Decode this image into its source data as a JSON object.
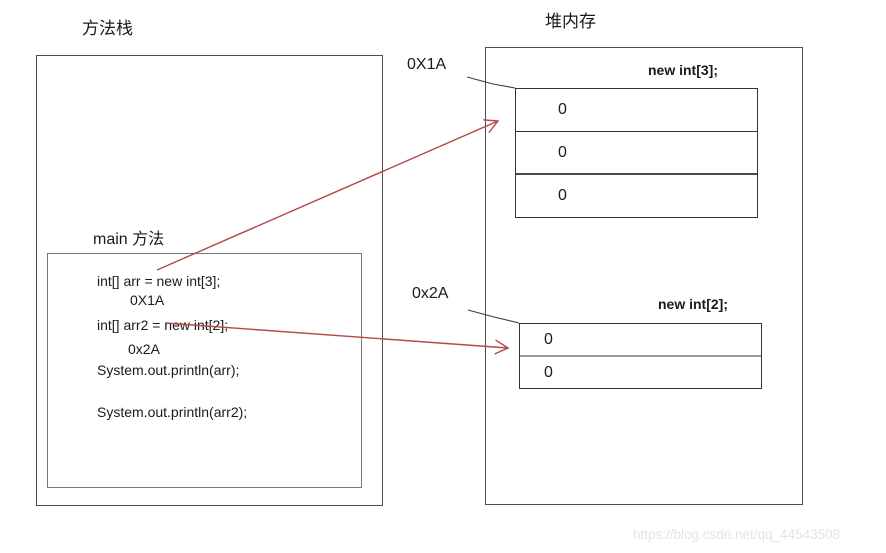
{
  "stack": {
    "title": "方法栈",
    "frame": {
      "title": "main 方法",
      "code_lines": [
        {
          "text": "int[] arr = new int[3];"
        },
        {
          "text": "0X1A"
        },
        {
          "text": "int[] arr2 = new int[2];"
        },
        {
          "text": "0x2A"
        },
        {
          "text": "System.out.println(arr);"
        },
        {
          "text": "System.out.println(arr2);"
        }
      ]
    }
  },
  "heap": {
    "title": "堆内存",
    "arrays": [
      {
        "pointer_label": "0X1A",
        "label": "new int[3];",
        "values": [
          "0",
          "0",
          "0"
        ]
      },
      {
        "pointer_label": "0x2A",
        "label": "new int[2];",
        "values": [
          "0",
          "0"
        ]
      }
    ]
  },
  "watermark": "https://blog.csdn.net/qq_44543508",
  "colors": {
    "arrow": "#b2494a",
    "connector": "#3c3c3c",
    "border_dark": "#4d4d4d",
    "watermark": "#e4e4e4"
  }
}
